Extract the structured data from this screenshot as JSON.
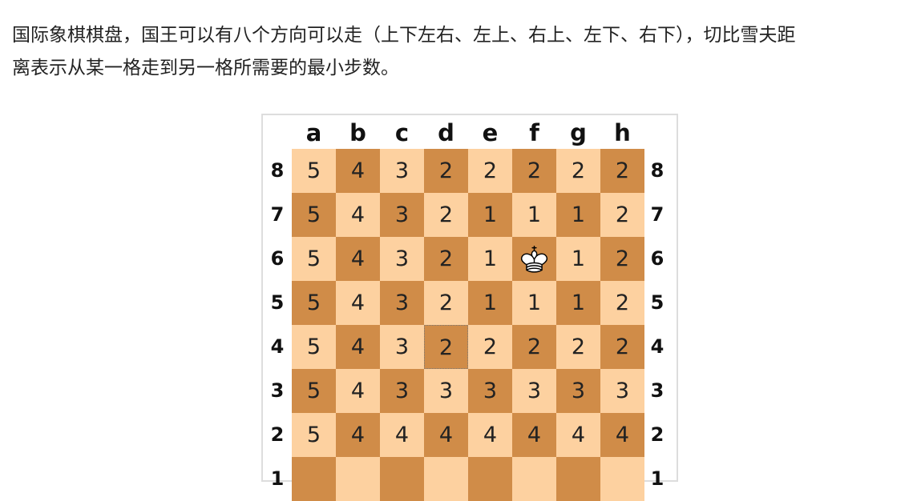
{
  "paragraph": {
    "line1": "国际象棋棋盘，国王可以有八个方向可以走（上下左右、左上、右上、左下、右下），切比雪夫距",
    "line2": "离表示从某一格走到另一格所需要的最小步数。"
  },
  "board": {
    "files": [
      "a",
      "b",
      "c",
      "d",
      "e",
      "f",
      "g",
      "h"
    ],
    "ranks": [
      "8",
      "7",
      "6",
      "5",
      "4",
      "3",
      "2",
      "1"
    ],
    "rows": [
      [
        "5",
        "4",
        "3",
        "2",
        "2",
        "2",
        "2",
        "2"
      ],
      [
        "5",
        "4",
        "3",
        "2",
        "1",
        "1",
        "1",
        "2"
      ],
      [
        "5",
        "4",
        "3",
        "2",
        "1",
        "",
        "1",
        "2"
      ],
      [
        "5",
        "4",
        "3",
        "2",
        "1",
        "1",
        "1",
        "2"
      ],
      [
        "5",
        "4",
        "3",
        "2",
        "2",
        "2",
        "2",
        "2"
      ],
      [
        "5",
        "4",
        "3",
        "3",
        "3",
        "3",
        "3",
        "3"
      ],
      [
        "5",
        "4",
        "4",
        "4",
        "4",
        "4",
        "4",
        "4"
      ],
      [
        "",
        "",
        "",
        "",
        "",
        "",
        "",
        ""
      ]
    ],
    "king_square": "f6",
    "king_icon": "white-king-icon",
    "marked_square": "d4",
    "colors": {
      "light": "#fdd1a0",
      "dark": "#d08c48"
    }
  }
}
